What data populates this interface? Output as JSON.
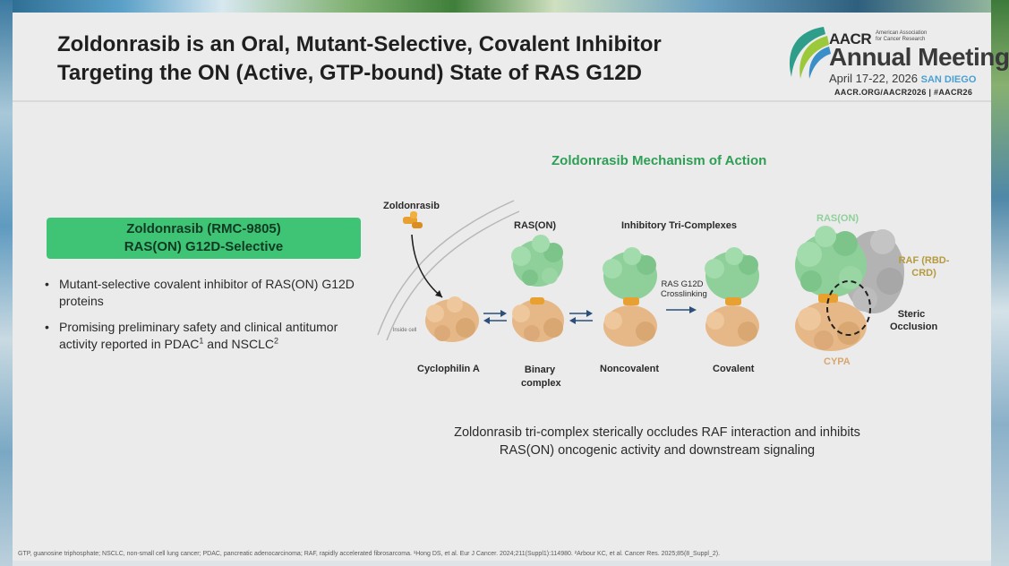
{
  "title": {
    "line1": "Zoldonrasib is an Oral, Mutant-Selective, Covalent Inhibitor",
    "line2": "Targeting the ON (Active, GTP-bound) State of RAS G12D"
  },
  "logo": {
    "aacr": "AACR",
    "small_text": "American Association for Cancer Research",
    "annual_meeting": "Annual Meeting",
    "dates": "April 17-22, 2026",
    "city": "SAN DIEGO",
    "url": "AACR.ORG/AACR2026  |  #AACR26"
  },
  "drug_box": {
    "line1": "Zoldonrasib (RMC-9805)",
    "line2": "RAS(ON) G12D-Selective"
  },
  "bullets": [
    {
      "text": "Mutant-selective covalent inhibitor of RAS(ON) G12D proteins"
    },
    {
      "text_before": "Promising preliminary safety and clinical antitumor activity reported in PDAC",
      "sup1": "1",
      "text_mid": " and NSCLC",
      "sup2": "2"
    }
  ],
  "diagram": {
    "title": "Zoldonrasib Mechanism of Action",
    "zoldonrasib_label": "Zoldonrasib",
    "inside_cell": "Inside cell",
    "ras_on_label": "RAS(ON)",
    "tri_complex_label": "Inhibitory Tri-Complexes",
    "crosslink_label": "RAS G12D Crosslinking",
    "stage_labels": [
      "Cyclophilin A",
      "Binary complex",
      "Noncovalent",
      "Covalent"
    ],
    "ras_on_right": "RAS(ON)",
    "raf_label": "RAF (RBD-CRD)",
    "steric_label": "Steric Occlusion",
    "cypa_label": "CYPA",
    "colors": {
      "ras": "#8fd09a",
      "cyclophilin": "#e8b98a",
      "drug": "#e8a030",
      "raf": "#b0b0b0",
      "title_green": "#2e9e55",
      "cypa_text": "#d9a66e",
      "raf_text": "#b59a3e"
    }
  },
  "caption": {
    "line1": "Zoldonrasib tri-complex sterically occludes RAF interaction and inhibits",
    "line2": "RAS(ON) oncogenic activity and downstream signaling"
  },
  "footnote": "GTP, guanosine triphosphate; NSCLC, non-small cell lung cancer; PDAC, pancreatic adenocarcinoma; RAF, rapidly accelerated fibrosarcoma. ¹Hong DS, et al. Eur J Cancer. 2024;211(Suppl1):114980. ²Arbour KC, et al. Cancer Res. 2025;85(8_Suppl_2)."
}
